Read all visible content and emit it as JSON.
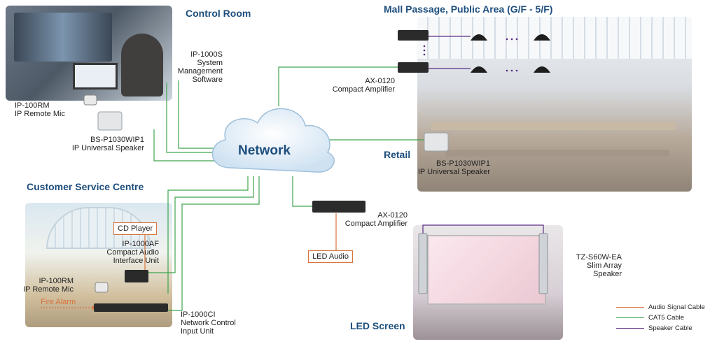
{
  "sections": {
    "control_room": "Control Room",
    "mall_passage": "Mall Passage, Public Area (G/F - 5/F)",
    "retail": "Retail",
    "customer_service": "Customer Service Centre",
    "led_screen": "LED Screen"
  },
  "network": {
    "label": "Network"
  },
  "devices": {
    "ip1000s": [
      "IP-1000S",
      "System",
      "Management",
      "Software"
    ],
    "ip100rm_control": [
      "IP-100RM",
      "IP Remote Mic"
    ],
    "bsp1030wip1_control": [
      "BS-P1030WIP1",
      "IP Universal Speaker"
    ],
    "ax0120_mall": [
      "AX-0120",
      "Compact Amplifier"
    ],
    "bsp1030wip1_retail": [
      "BS-P1030WIP1",
      "IP Universal Speaker"
    ],
    "cd_player": "CD Player",
    "ip1000af": [
      "IP-1000AF",
      "Compact Audio",
      "Interface Unit"
    ],
    "ip100rm_service": [
      "IP-100RM",
      "IP Remote Mic"
    ],
    "fire_alarm": "Fire Alarm",
    "ip1000ci": [
      "IP-1000CI",
      "Network Control",
      "Input Unit"
    ],
    "ax0120_led": [
      "AX-0120",
      "Compact Amplifier"
    ],
    "led_audio": "LED Audio",
    "tzs60w": [
      "TZ-S60W-EA",
      "Slim Array",
      "Speaker"
    ]
  },
  "legend": [
    {
      "label": "Audio Signal Cable",
      "color": "#d9733a"
    },
    {
      "label": "CAT5 Cable",
      "color": "#3fa34d"
    },
    {
      "label": "Speaker Cable",
      "color": "#5b2b82"
    }
  ],
  "colors": {
    "audio": "#d9733a",
    "cat5": "#3fa34d",
    "speaker": "#5b2b82",
    "heading": "#1d4e7d"
  }
}
